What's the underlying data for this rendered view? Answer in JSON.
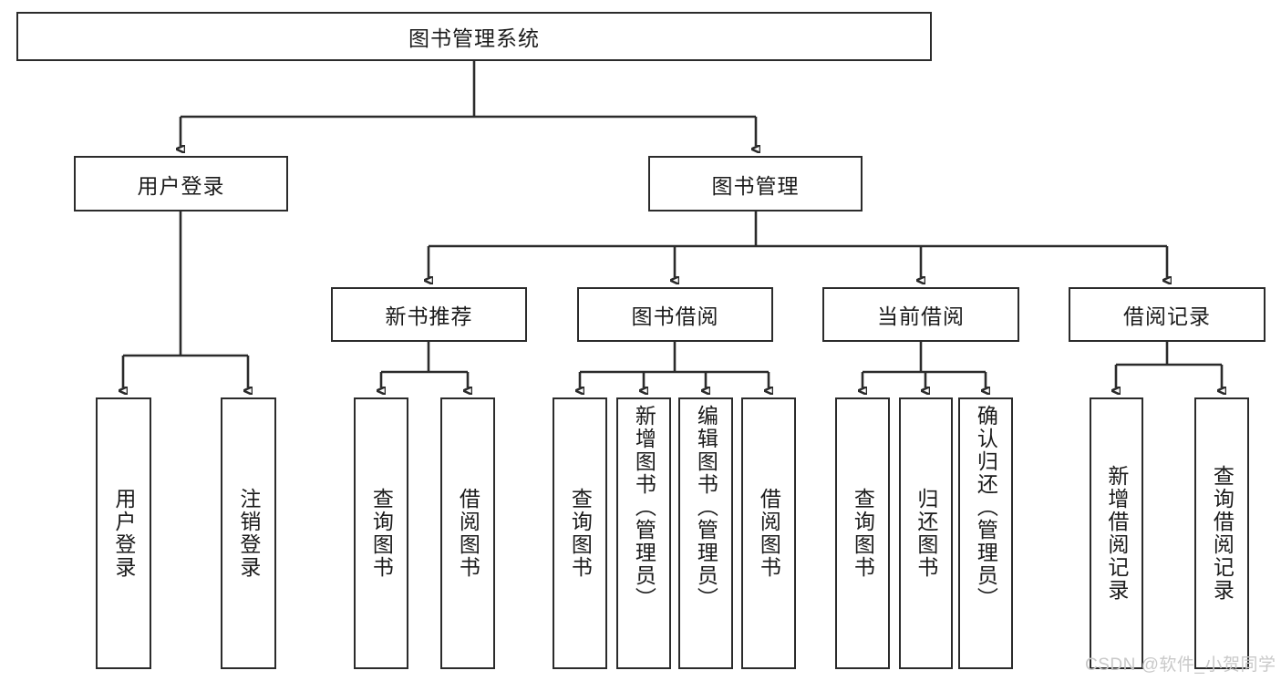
{
  "diagram": {
    "title": "图书管理系统",
    "type": "tree-hierarchy",
    "root": {
      "label": "图书管理系统"
    },
    "level2": [
      {
        "label": "用户登录"
      },
      {
        "label": "图书管理"
      }
    ],
    "level3": [
      {
        "label": "新书推荐"
      },
      {
        "label": "图书借阅"
      },
      {
        "label": "当前借阅"
      },
      {
        "label": "借阅记录"
      }
    ],
    "leaves": {
      "user_login": [
        {
          "label": "用户登录"
        },
        {
          "label": "注销登录"
        }
      ],
      "new_book_recommend": [
        {
          "label": "查询图书"
        },
        {
          "label": "借阅图书"
        }
      ],
      "book_borrow": [
        {
          "label": "查询图书"
        },
        {
          "label": "新增图书（管理员）"
        },
        {
          "label": "编辑图书（管理员）"
        },
        {
          "label": "借阅图书"
        }
      ],
      "current_borrow": [
        {
          "label": "查询图书"
        },
        {
          "label": "归还图书"
        },
        {
          "label": "确认归还（管理员）"
        }
      ],
      "borrow_record": [
        {
          "label": "新增借阅记录"
        },
        {
          "label": "查询借阅记录"
        }
      ]
    }
  },
  "watermark": {
    "text": "CSDN @软件_小贺同学"
  },
  "colors": {
    "border": "#2b2b2b",
    "background": "#ffffff",
    "text": "#1b1b1b",
    "watermark": "#c9c9c9"
  }
}
